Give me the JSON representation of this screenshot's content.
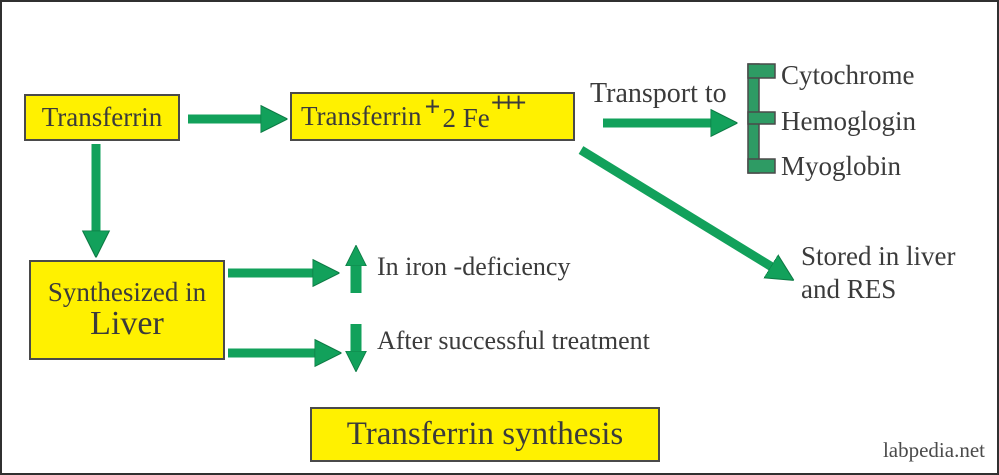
{
  "diagram": {
    "title": "Transferrin synthesis",
    "watermark": "labpedia.net",
    "boxes": {
      "transferrin": "Transferrin",
      "transferrin_fe": {
        "base": "Transferrin",
        "charge1": "+",
        "mid": "2 Fe",
        "charge2": "+++"
      },
      "synthesized": {
        "line1": "Synthesized in",
        "line2": "Liver"
      }
    },
    "labels": {
      "transport_to": "Transport to",
      "targets": [
        "Cytochrome",
        "Hemoglogin",
        "Myoglobin"
      ],
      "iron_deficiency": "In iron -deficiency",
      "after_treatment": "After successful treatment",
      "stored_line1": "Stored in liver",
      "stored_line2": "and RES"
    },
    "colors": {
      "arrow_green": "#12A15B",
      "bracket_green": "#2E9B64",
      "box_yellow": "#FFF100",
      "text": "#3B3B3B"
    }
  }
}
